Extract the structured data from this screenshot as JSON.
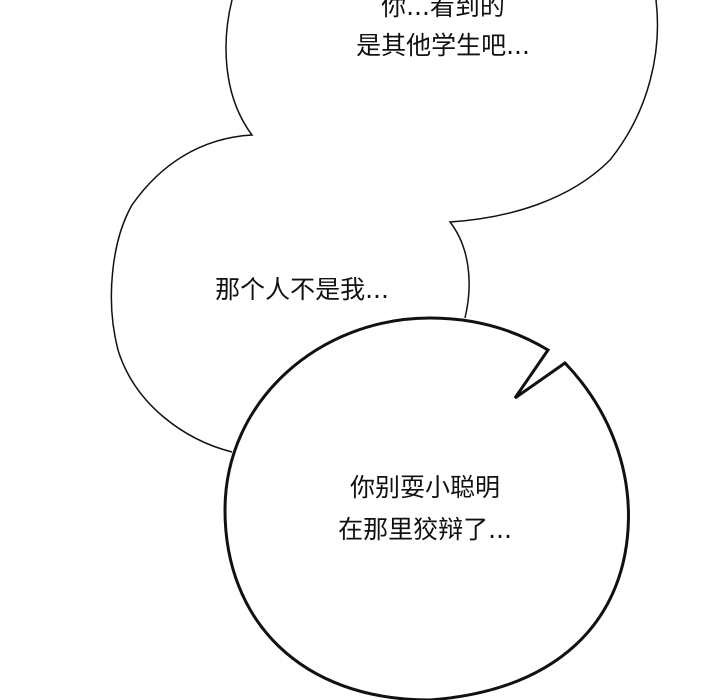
{
  "bubbles": {
    "top": {
      "lines": [
        "你...看到的",
        "是其他学生吧..."
      ]
    },
    "middle": {
      "lines": [
        "那个人不是我..."
      ]
    },
    "bottom": {
      "lines": [
        "你别耍小聪明",
        "在那里狡辩了..."
      ]
    }
  },
  "colors": {
    "background": "#ffffff",
    "outline": "#111111",
    "text": "#111111"
  }
}
